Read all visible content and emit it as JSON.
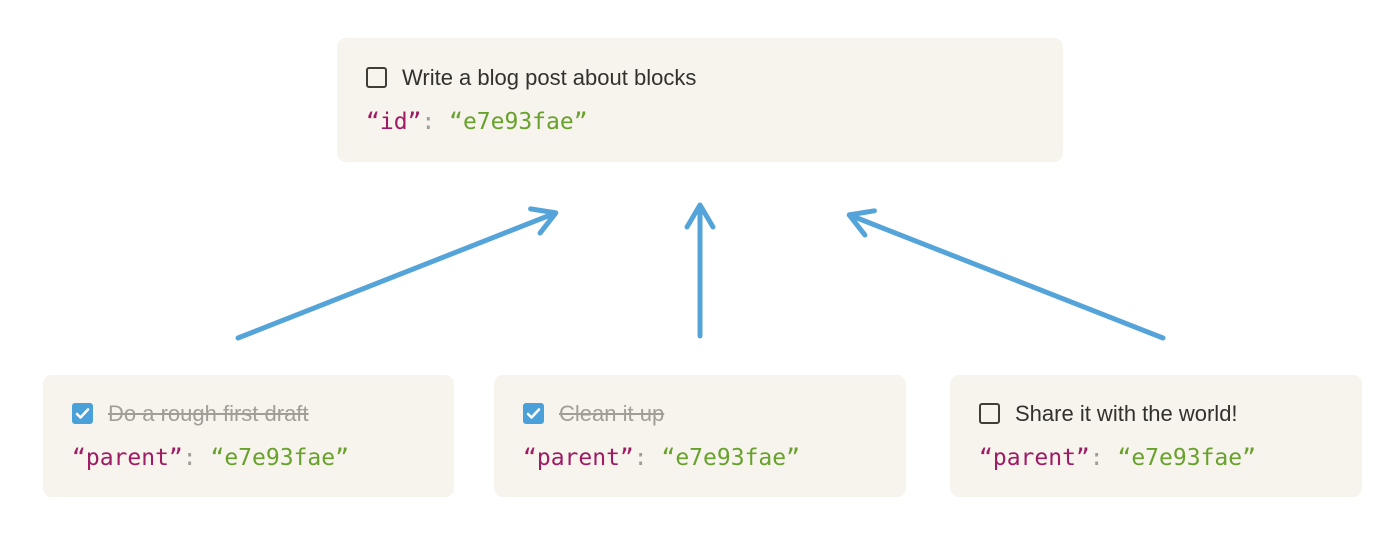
{
  "colors": {
    "page_bg": "#ffffff",
    "card_bg": "#f7f3ed",
    "task_text": "#33312d",
    "task_done_text": "#a19e98",
    "code_key": "#9d1c63",
    "code_punct": "#a09c97",
    "code_value": "#68a22c",
    "checkbox_border": "#3f3d38",
    "checkbox_checked": "#4aa0d8",
    "checkmark": "#ffffff",
    "arrow": "#55a4d9"
  },
  "cards": {
    "parent": {
      "task": "Write a blog post about blocks",
      "checked": false,
      "code_key": "“id”",
      "code_sep": ": ",
      "code_value": "“e7e93fae”"
    },
    "children": [
      {
        "task": "Do a rough first draft",
        "checked": true,
        "code_key": "“parent”",
        "code_sep": ": ",
        "code_value": "“e7e93fae”"
      },
      {
        "task": "Clean it up",
        "checked": true,
        "code_key": "“parent”",
        "code_sep": ": ",
        "code_value": "“e7e93fae”"
      },
      {
        "task": "Share it with the world!",
        "checked": false,
        "code_key": "“parent”",
        "code_sep": ": ",
        "code_value": "“e7e93fae”"
      }
    ]
  }
}
